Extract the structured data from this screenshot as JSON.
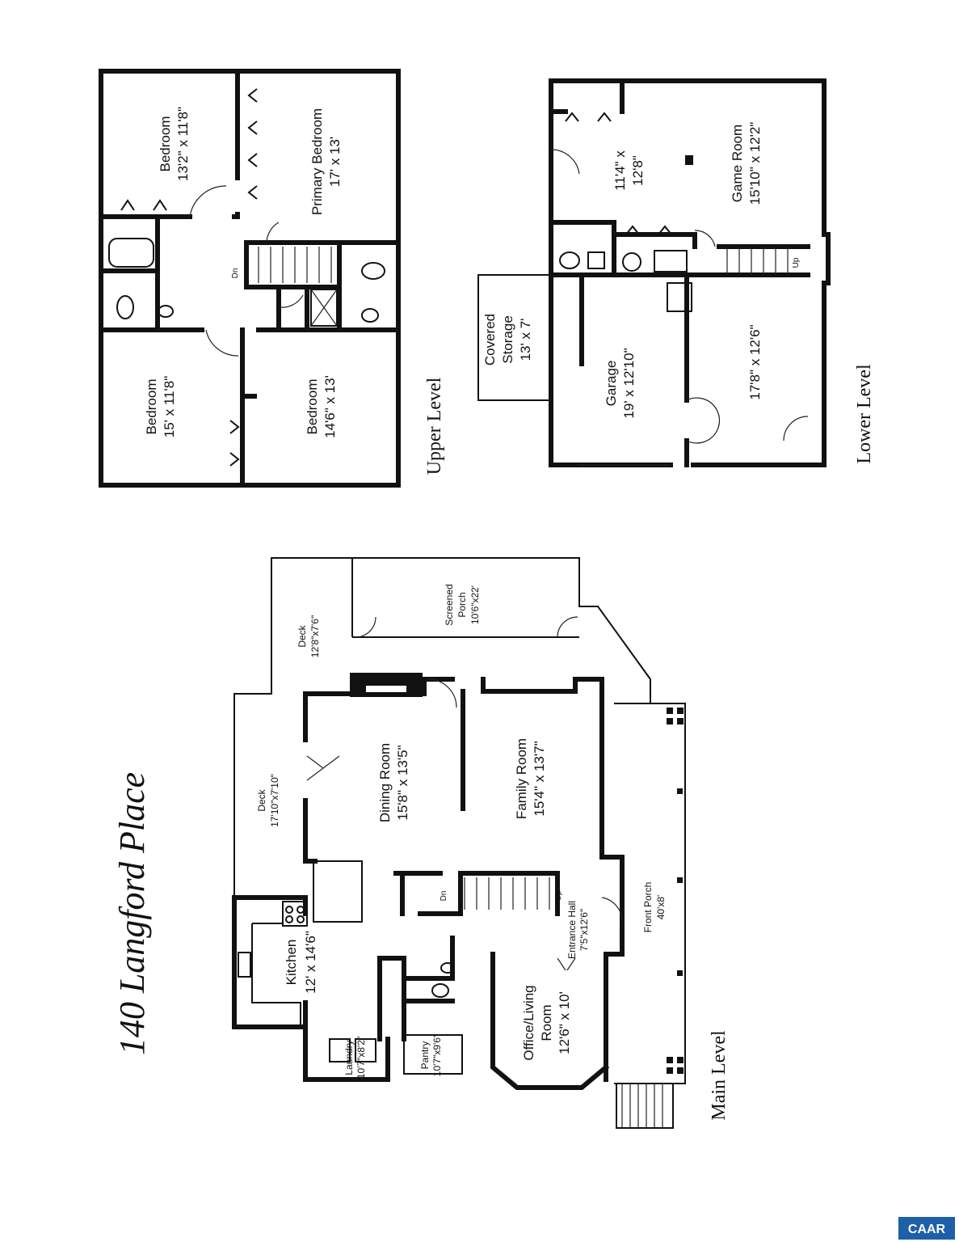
{
  "title": "140 Langford Place",
  "badge": "CAAR",
  "levels": {
    "upper": "Upper Level",
    "lower": "Lower Level",
    "main": "Main Level"
  },
  "upper_rooms": {
    "bedroom_top": {
      "name": "Bedroom",
      "size": "13'2\" x 11'8\""
    },
    "primary": {
      "name": "Primary Bedroom",
      "size": "17' x 13'"
    },
    "bedroom_left": {
      "name": "Bedroom",
      "size": "15' x 11'8\""
    },
    "bedroom_right": {
      "name": "Bedroom",
      "size": "14'6\" x 13'"
    },
    "stairs": "Dn"
  },
  "lower_rooms": {
    "game_room": {
      "name": "Game Room",
      "size": "15'10\" x 12'2\""
    },
    "small_room": {
      "line1": "11'4\" x",
      "line2": "12'8\""
    },
    "covered_storage": {
      "line1": "Covered",
      "line2": "Storage",
      "size": "13' x 7'"
    },
    "garage": {
      "name": "Garage",
      "size": "19' x 12'10\""
    },
    "workshop": {
      "size": "17'8\" x 12'6\""
    },
    "stairs": "Up"
  },
  "main_rooms": {
    "deck_top": {
      "name": "Deck",
      "size": "12'8\"x7'6\""
    },
    "screened_porch": {
      "line1": "Screened",
      "line2": "Porch",
      "size": "10'6\"x22'"
    },
    "deck_left": {
      "name": "Deck",
      "size": "17'10\"x7'10\""
    },
    "dining": {
      "name": "Dining Room",
      "size": "15'8\" x 13'5\""
    },
    "family": {
      "name": "Family Room",
      "size": "15'4\" x 13'7\""
    },
    "kitchen": {
      "name": "Kitchen",
      "size": "12' x 14'6\""
    },
    "entrance": {
      "name": "Entrance Hall",
      "size": "7'5\"x12'6\""
    },
    "front_porch": {
      "name": "Front Porch",
      "size": "40'x8'"
    },
    "laundry": {
      "name": "Laundry",
      "size": "10'7\"x8'2\""
    },
    "pantry": {
      "name": "Pantry",
      "size": "10'7\"x9'6\""
    },
    "office": {
      "line1": "Office/Living",
      "line2": "Room",
      "size": "12'6\" x 10'"
    },
    "stairs_dn": "Dn",
    "stairs_up": "Up"
  },
  "colors": {
    "ink": "#111111",
    "badge_bg": "#1d5fa8"
  }
}
